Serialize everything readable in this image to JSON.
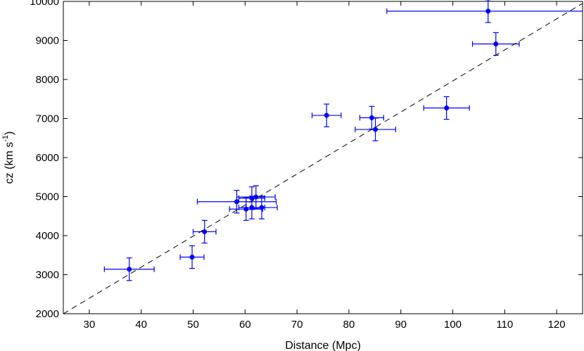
{
  "chart_data": {
    "type": "scatter",
    "title": "",
    "xlabel": "Distance (Mpc)",
    "ylabel": "cz  (km s",
    "ylabel_superscript": "-1",
    "ylabel_suffix": ")",
    "xlim": [
      25,
      125
    ],
    "ylim": [
      2000,
      10000
    ],
    "xticks": [
      30,
      40,
      50,
      60,
      70,
      80,
      90,
      100,
      110,
      120
    ],
    "yticks": [
      2000,
      3000,
      4000,
      5000,
      6000,
      7000,
      8000,
      9000,
      10000
    ],
    "grid": false,
    "colors": {
      "points": "#0000ff",
      "fit_line": "#000000"
    },
    "fit_line": {
      "style": "dashed",
      "x": [
        25,
        125
      ],
      "y": [
        2000,
        9950
      ]
    },
    "series": [
      {
        "points": [
          {
            "x": 37.7,
            "y": 3140,
            "xerr": 4.8,
            "yerr": 290
          },
          {
            "x": 49.8,
            "y": 3450,
            "xerr": 2.3,
            "yerr": 290
          },
          {
            "x": 52.2,
            "y": 4100,
            "xerr": 2.2,
            "yerr": 290
          },
          {
            "x": 58.4,
            "y": 4870,
            "xerr": 7.6,
            "yerr": 290
          },
          {
            "x": 60.2,
            "y": 4680,
            "xerr": 3.2,
            "yerr": 290
          },
          {
            "x": 61.3,
            "y": 4960,
            "xerr": 2.5,
            "yerr": 290
          },
          {
            "x": 61.3,
            "y": 4720,
            "xerr": 2.5,
            "yerr": 290
          },
          {
            "x": 62.1,
            "y": 4990,
            "xerr": 3.7,
            "yerr": 290
          },
          {
            "x": 63.2,
            "y": 4720,
            "xerr": 3.0,
            "yerr": 290
          },
          {
            "x": 75.7,
            "y": 7080,
            "xerr": 2.8,
            "yerr": 290
          },
          {
            "x": 84.4,
            "y": 7020,
            "xerr": 2.3,
            "yerr": 290
          },
          {
            "x": 85.1,
            "y": 6720,
            "xerr": 3.9,
            "yerr": 290
          },
          {
            "x": 98.8,
            "y": 7270,
            "xerr": 4.4,
            "yerr": 290
          },
          {
            "x": 106.8,
            "y": 9750,
            "xerr": 19.5,
            "yerr": 290
          },
          {
            "x": 108.3,
            "y": 8910,
            "xerr": 4.5,
            "yerr": 290
          }
        ]
      }
    ]
  }
}
